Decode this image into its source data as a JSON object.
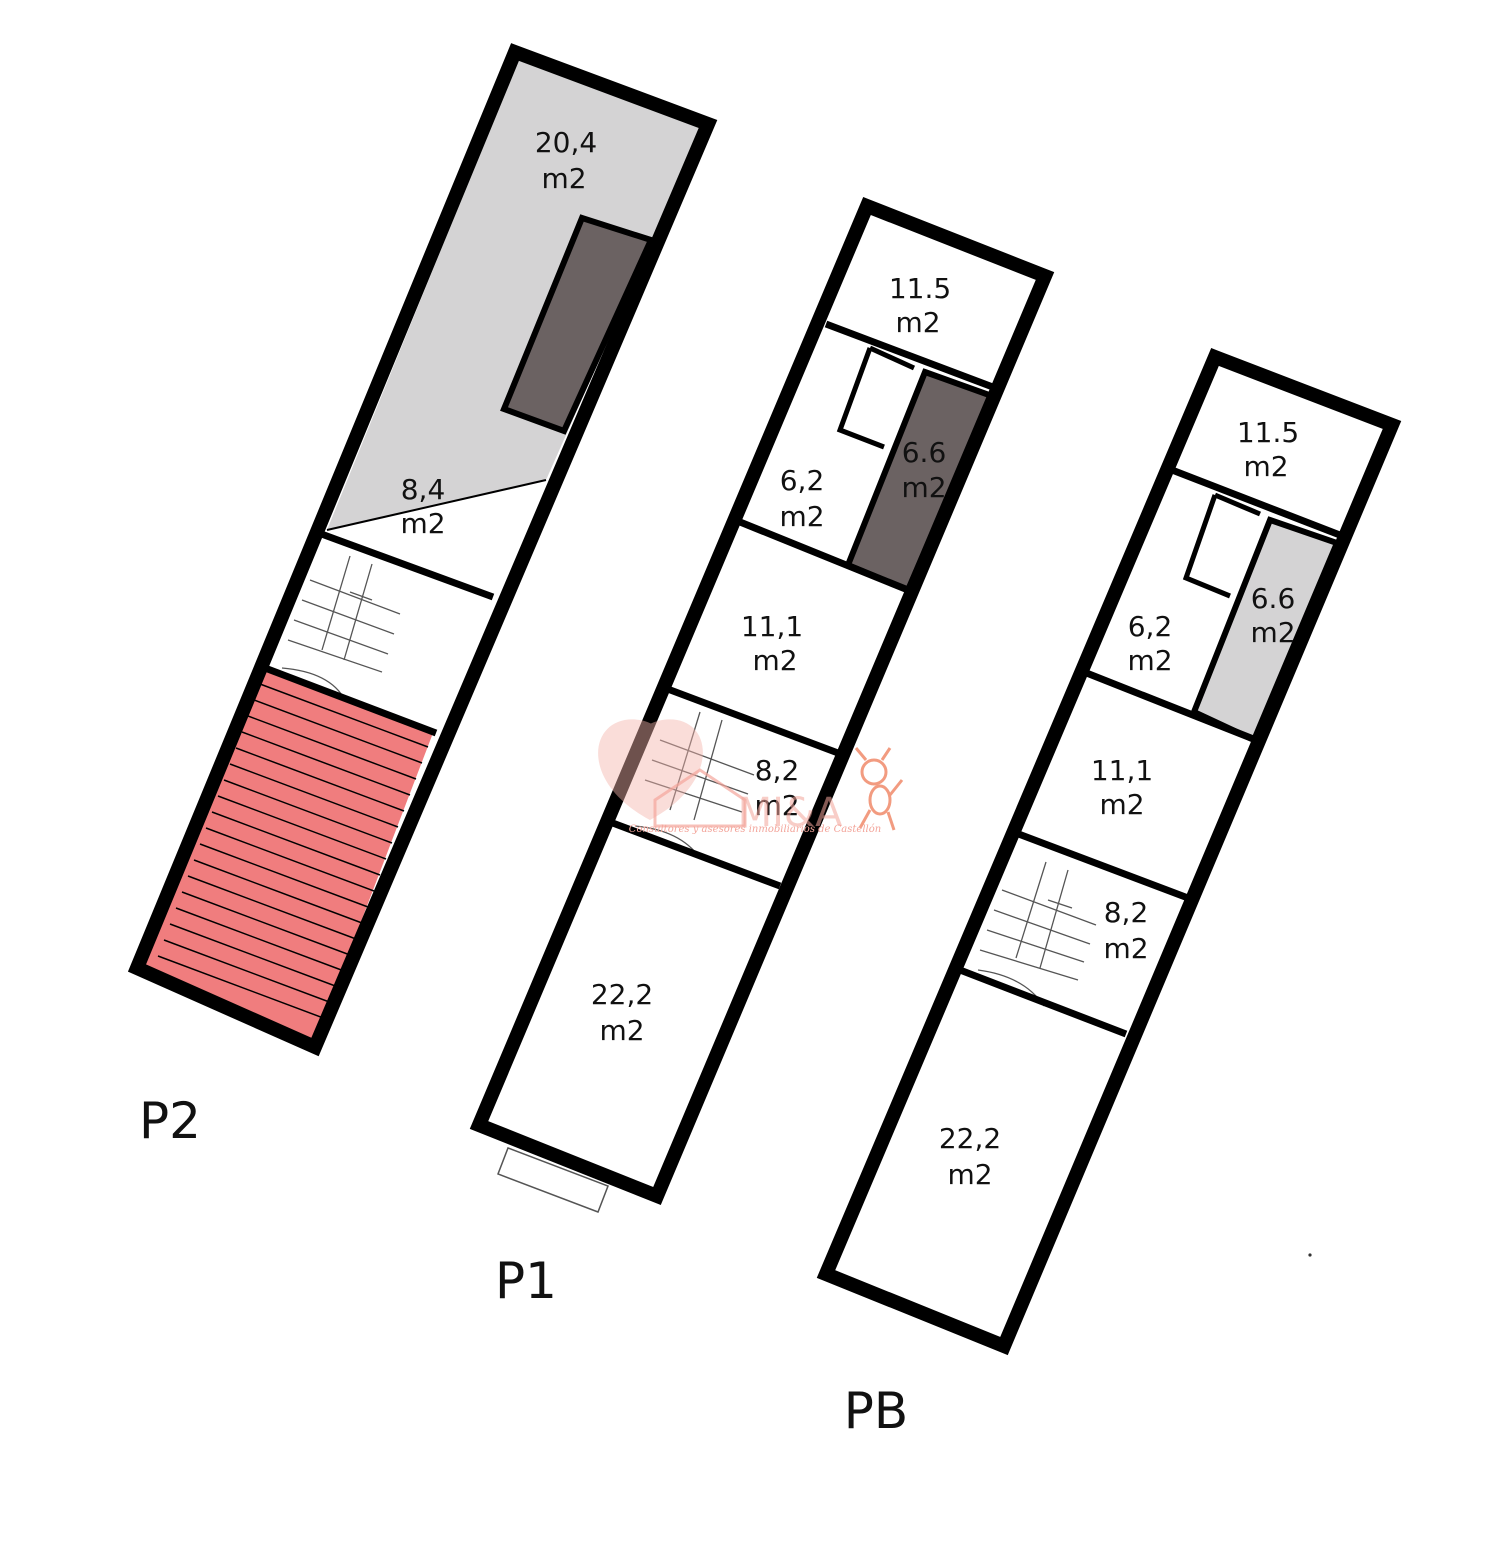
{
  "floors": [
    {
      "id": "P2",
      "label": "P2",
      "rooms": [
        {
          "area": "20,4",
          "unit": "m2"
        },
        {
          "area": "8,4",
          "unit": "m2"
        }
      ]
    },
    {
      "id": "P1",
      "label": "P1",
      "rooms": [
        {
          "area": "11.5",
          "unit": "m2"
        },
        {
          "area": "6,2",
          "unit": "m2"
        },
        {
          "area": "6.6",
          "unit": "m2"
        },
        {
          "area": "11,1",
          "unit": "m2"
        },
        {
          "area": "8,2",
          "unit": "m2"
        },
        {
          "area": "22,2",
          "unit": "m2"
        }
      ]
    },
    {
      "id": "PB",
      "label": "PB",
      "rooms": [
        {
          "area": "11.5",
          "unit": "m2"
        },
        {
          "area": "6,2",
          "unit": "m2"
        },
        {
          "area": "6.6",
          "unit": "m2"
        },
        {
          "area": "11,1",
          "unit": "m2"
        },
        {
          "area": "8,2",
          "unit": "m2"
        },
        {
          "area": "22,2",
          "unit": "m2"
        }
      ]
    }
  ],
  "watermark": {
    "logo_text": "MI&A",
    "tagline": "Consultores y asesores inmobiliarios de Castellón"
  },
  "colors": {
    "wall": "#000000",
    "light_gray_area": "#d4d3d4",
    "dark_gray_area": "#6b6262",
    "stair_red": "#f07d7e",
    "watermark": "#f3a59b"
  }
}
